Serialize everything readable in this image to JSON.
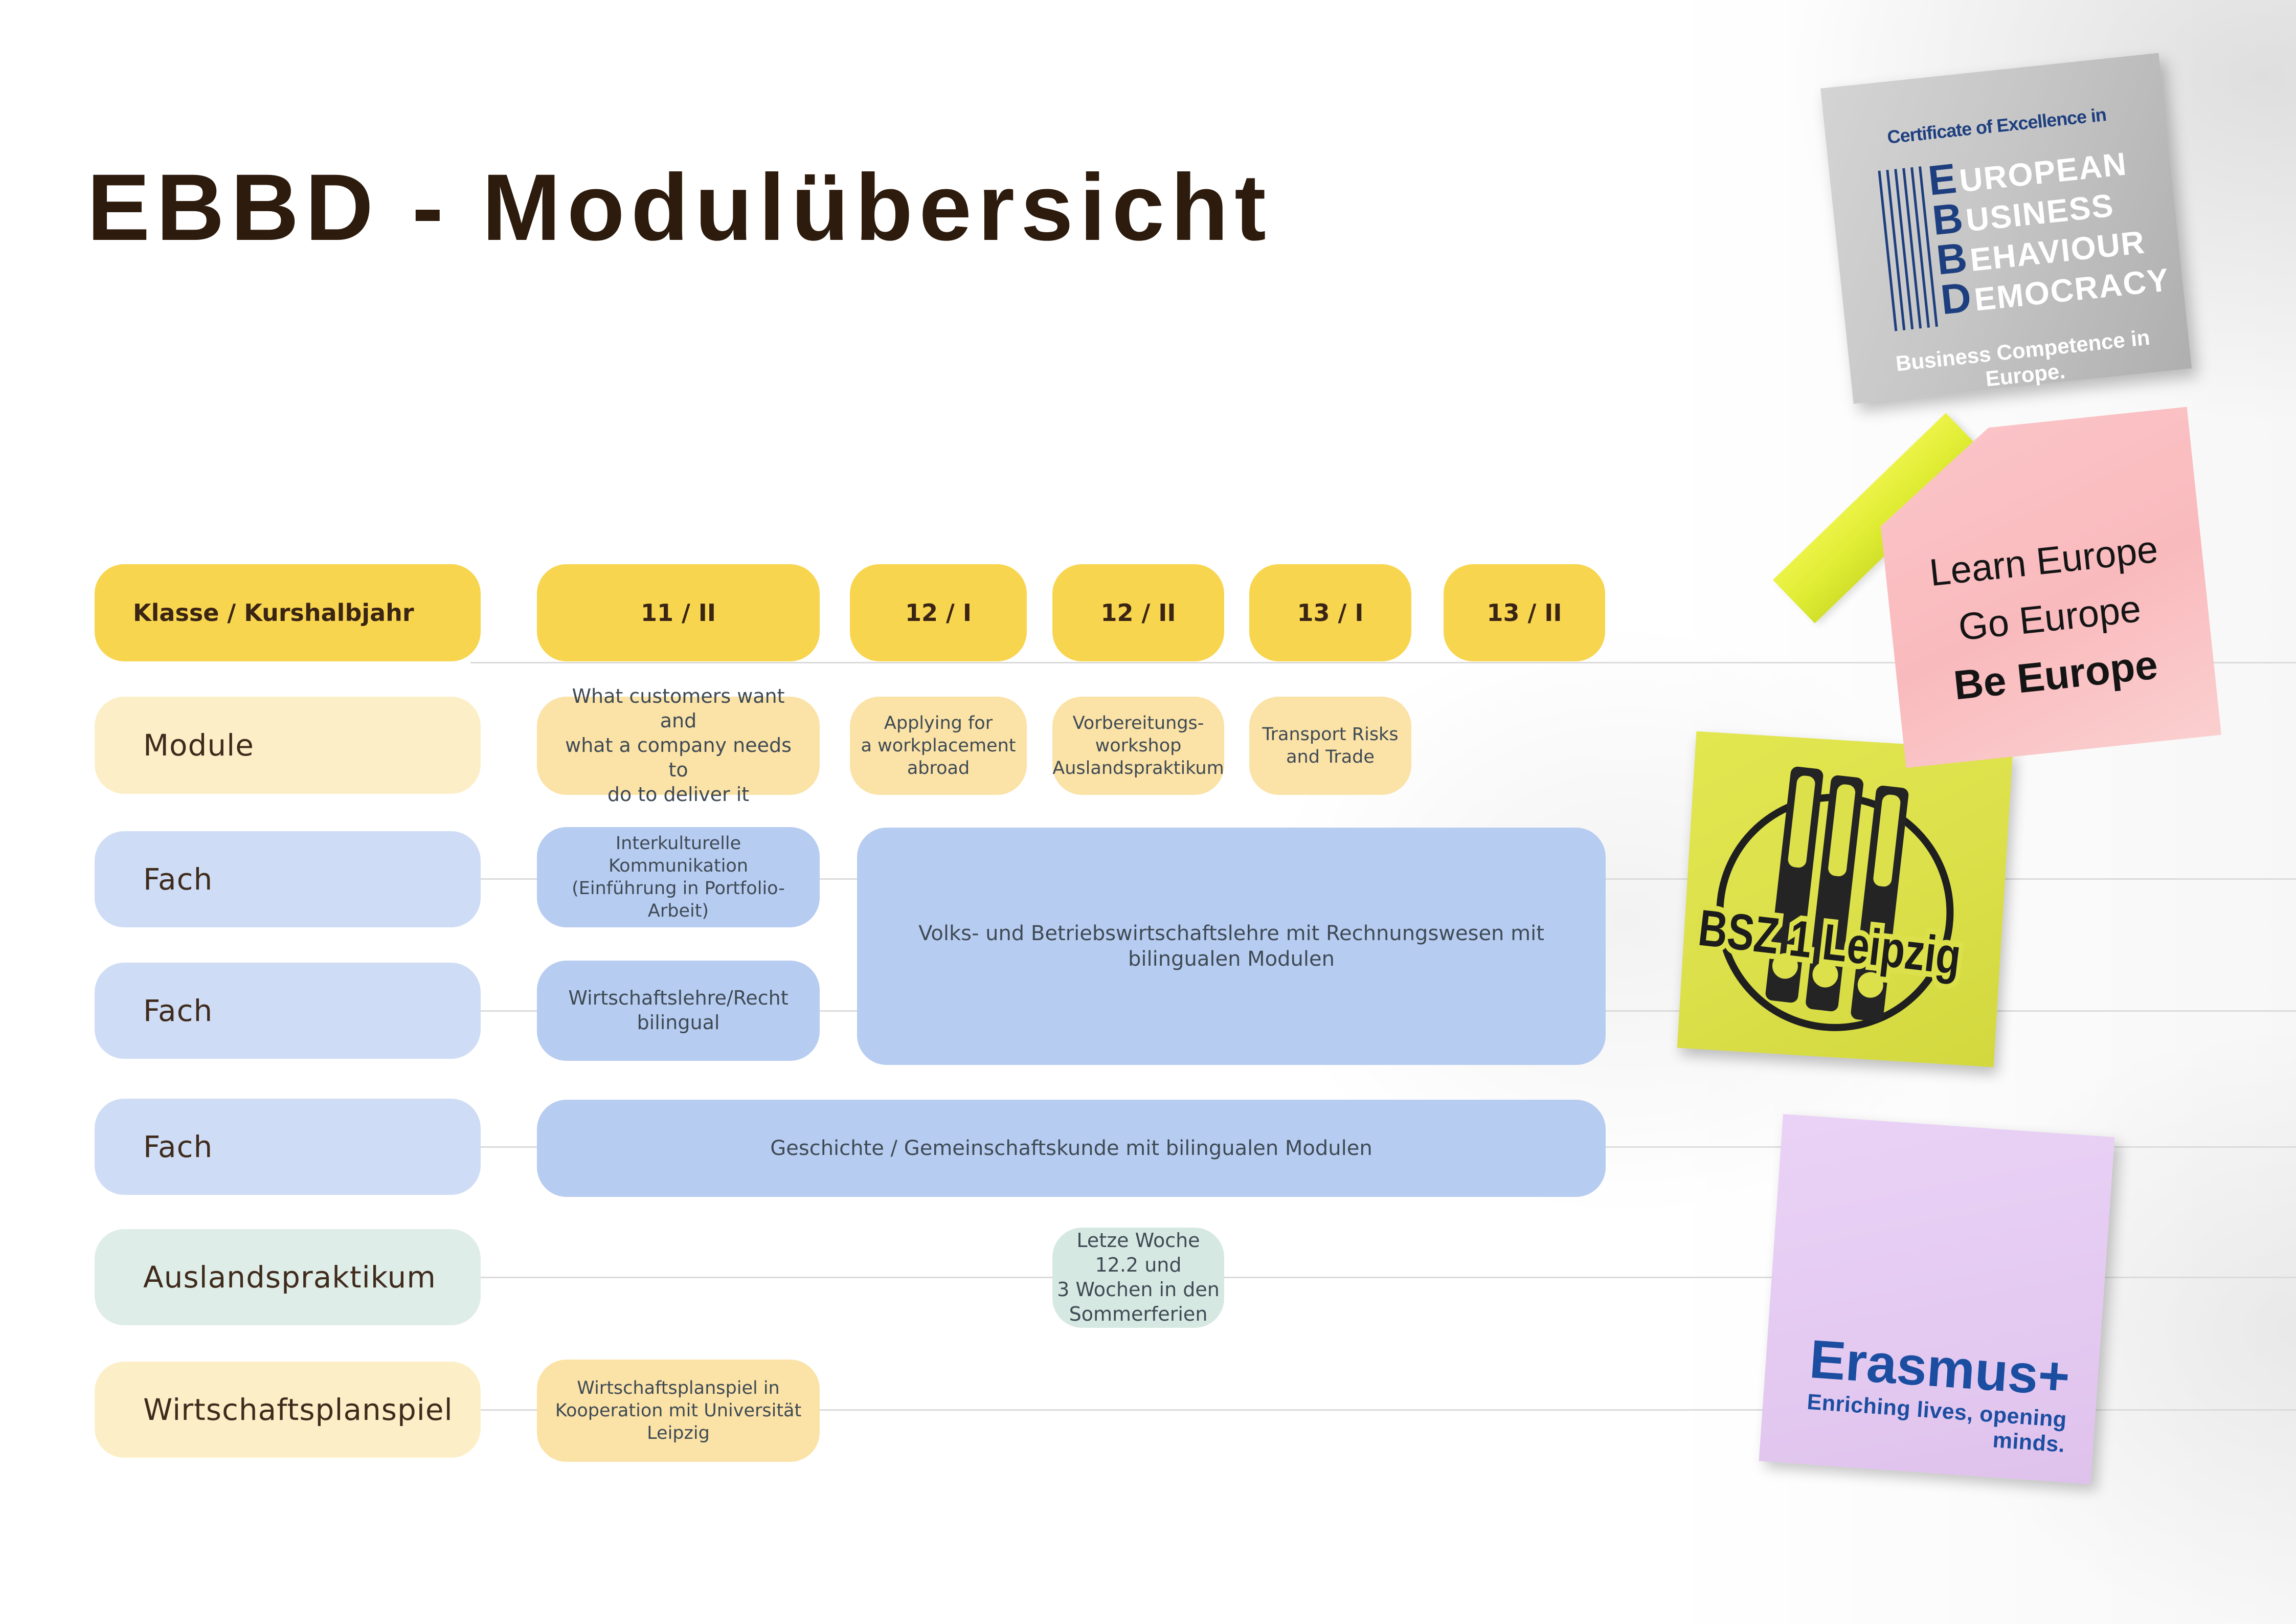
{
  "page": {
    "title": "EBBD - Modulübersicht"
  },
  "table": {
    "header": {
      "label": "Klasse / Kurshalbjahr",
      "columns": [
        "11 / II",
        "12 / I",
        "12 / II",
        "13 / I",
        "13 / II"
      ]
    },
    "rows": [
      {
        "label": "Module"
      },
      {
        "label": "Fach"
      },
      {
        "label": "Fach"
      },
      {
        "label": "Fach"
      },
      {
        "label": "Auslandspraktikum"
      },
      {
        "label": "Wirtschaftsplanspiel"
      }
    ],
    "cells": {
      "module_11_2": "What customers want and\nwhat a company needs to\ndo to deliver it",
      "module_12_1": "Applying for\na workplacement\nabroad",
      "module_12_2": "Vorbereitungs-\nworkshop\nAuslandspraktikum",
      "module_13_1": "Transport Risks\nand Trade",
      "fach_interkulturell": "Interkulturelle\nKommunikation\n(Einführung in Portfolio-\nArbeit)",
      "fach_volks_betriebs": "Volks- und Betriebswirtschaftslehre mit Rechnungswesen mit\nbilingualen Modulen",
      "fach_wirtschaftslehre": "Wirtschaftslehre/Recht\nbilingual",
      "fach_geschichte": "Geschichte / Gemeinschaftskunde mit bilingualen Modulen",
      "auslandspraktikum_12_2": "Letze Woche 12.2 und\n3 Wochen in den Sommerferien",
      "wirtschaftsplanspiel_11_2": "Wirtschaftsplanspiel in\nKooperation mit Universität\nLeipzig"
    }
  },
  "notes": {
    "certificate": {
      "heading": "Certificate of Excellence in",
      "rows": [
        {
          "letter": "E",
          "word": "UROPEAN"
        },
        {
          "letter": "B",
          "word": "USINESS"
        },
        {
          "letter": "B",
          "word": "EHAVIOUR"
        },
        {
          "letter": "D",
          "word": "EMOCRACY"
        }
      ],
      "tagline": "Business Competence in Europe."
    },
    "motto": {
      "line1": "Learn Europe",
      "line2": "Go Europe",
      "line3": "Be Europe"
    },
    "school": {
      "name": "BSZ 1 Leipzig"
    },
    "erasmus": {
      "name": "Erasmus+",
      "tagline": "Enriching lives, opening minds."
    }
  },
  "colors": {
    "header_yellow": "#F8D54F",
    "cream": "#FCEFC8",
    "peach": "#FBE2A6",
    "blue_label": "#CEDCF5",
    "blue_cell": "#B7CCF1",
    "mint_label": "#DFEDE9",
    "mint_cell": "#D6E8E2",
    "note_gray": "#C6C6C6",
    "note_pink": "#F9BABD",
    "note_yellow_green": "#DCE04A",
    "note_purple": "#E4CAF1",
    "tape_chartreuse": "#E8F046",
    "logo_navy": "#1E3F7F",
    "erasmus_blue": "#1B4DA1",
    "title_brown": "#2D1B0D",
    "cell_text": "#3E4A54",
    "connector_line": "#DBDBDB"
  }
}
